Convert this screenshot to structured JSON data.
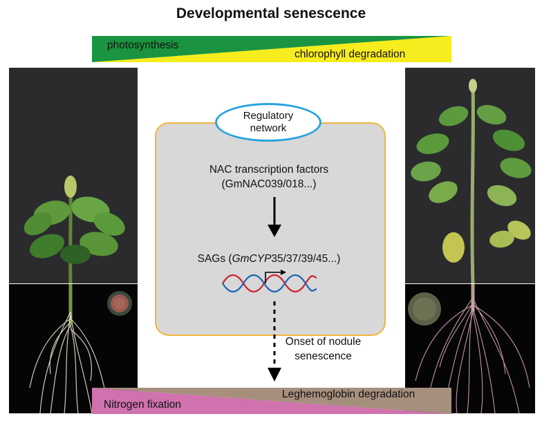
{
  "title": "Developmental senescence",
  "top_gradient": {
    "left_label": "photosynthesis",
    "right_label": "chlorophyll degradation",
    "left_color": "#1a9440",
    "right_color": "#f7ec1d"
  },
  "network": {
    "ellipse_label_line1": "Regulatory",
    "ellipse_label_line2": "network",
    "nac_line1": "NAC transcription factors",
    "nac_line2": "(GmNAC039/018...)",
    "sags_prefix": "SAGs (",
    "sags_gene": "GmCYP",
    "sags_suffix": "35/37/39/45...)",
    "box_fill": "#d8d8d8",
    "box_border": "#f2b53a",
    "ellipse_border": "#29a3df"
  },
  "onset": {
    "line1": "Onset of nodule",
    "line2": "senescence"
  },
  "bottom_gradient": {
    "left_label": "Nitrogen fixation",
    "right_label": "Leghemoglobin degradation",
    "left_color": "#cf72ad",
    "right_color": "#a78f7e"
  }
}
